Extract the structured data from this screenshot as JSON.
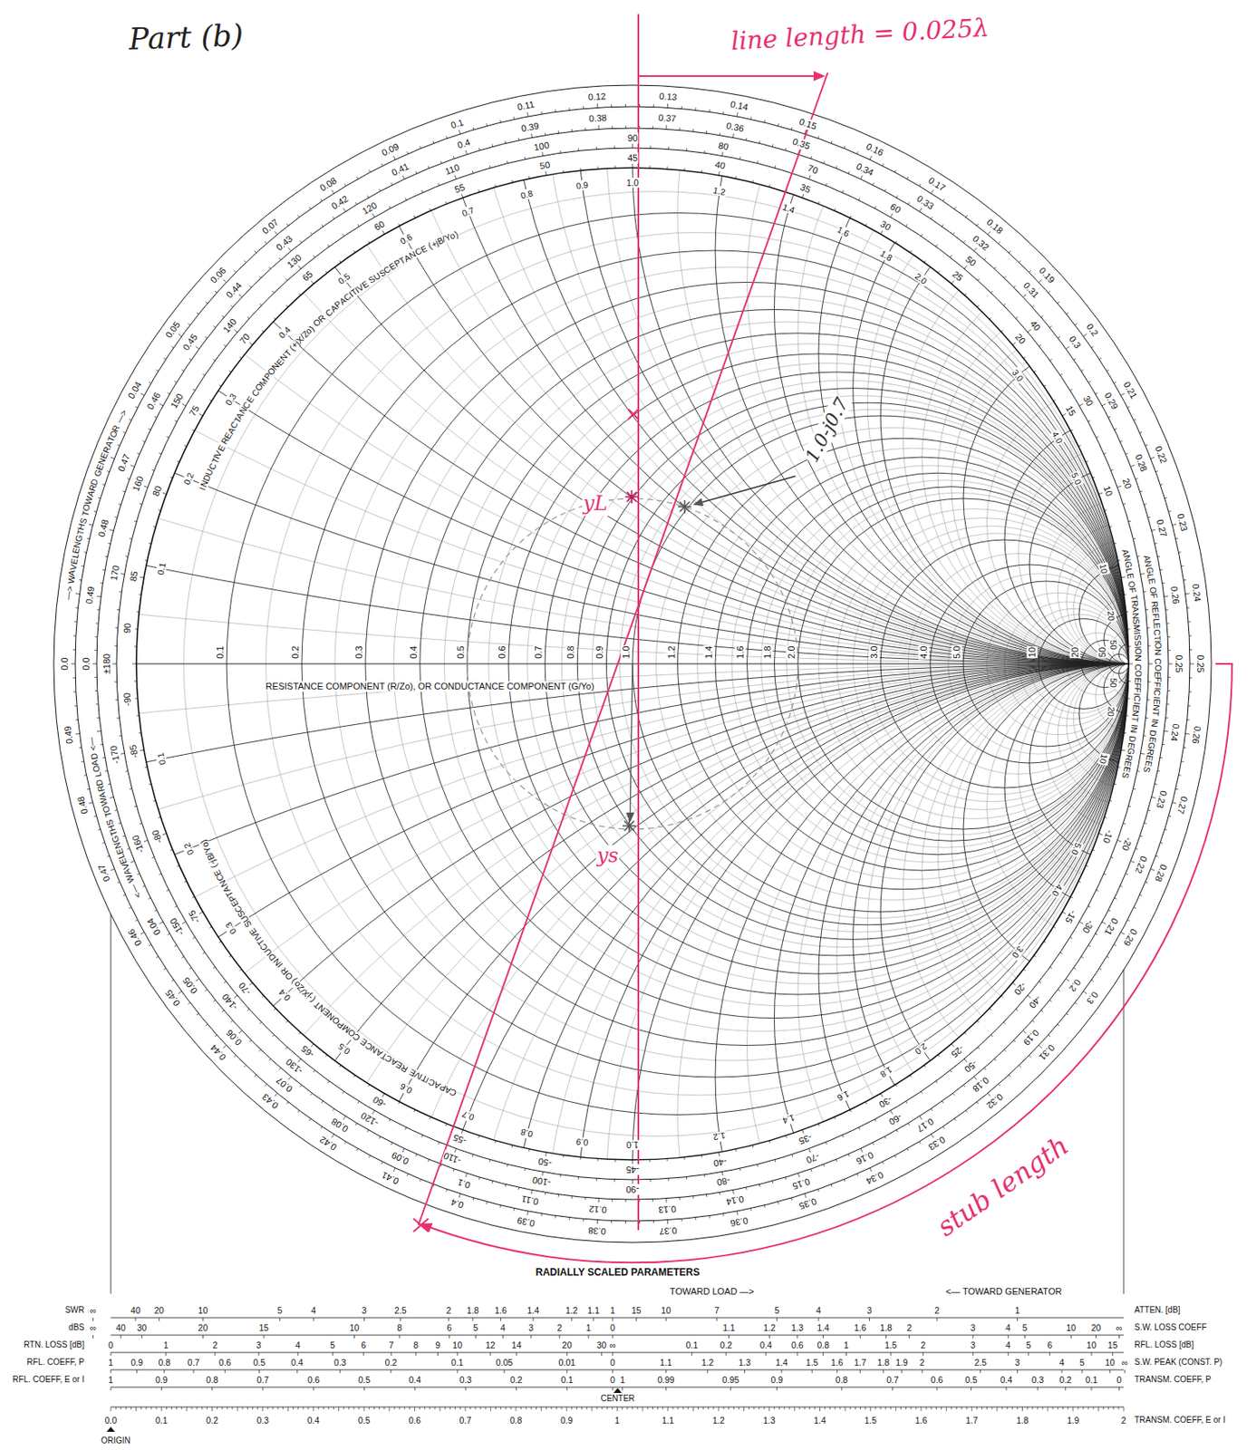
{
  "diagram": {
    "labels": [
      "Part (b)",
      "line length = 0.025λ",
      "stub length",
      "yL",
      "ys",
      "1.0-j0.7",
      "RESISTANCE COMPONENT (R/Zo), OR CONDUCTANCE COMPONENT (G/Yo)",
      "INDUCTIVE REACTANCE COMPONENT (+jX/Zo) OR CAPACITIVE SUSCEPTANCE (+jB/Yo)",
      "CAPACITIVE REACTANCE COMPONENT (-jX/Zo) OR INDUCTIVE SUSCEPTANCE (-jB/Yo)",
      "—> WAVELENGTHS TOWARD GENERATOR —>",
      "<— WAVELENGTHS TOWARD LOAD <—",
      "ANGLE OF REFLECTION COEFFICIENT IN DEGREES",
      "ANGLE OF TRANSMISSION COEFFICIENT IN DEGREES",
      "RADIALLY SCALED PARAMETERS",
      "TOWARD LOAD —>",
      "<— TOWARD GENERATOR",
      "CENTER",
      "ORIGIN",
      "SWR",
      "dBS",
      "RTN. LOSS [dB]",
      "RFL. COEFF, P",
      "RFL. COEFF, E or I",
      "ATTEN. [dB]",
      "S.W. LOSS COEFF",
      "RFL. LOSS [dB]",
      "S.W. PEAK (CONST. P)",
      "TRANSM. COEFF, P",
      "TRANSM. COEFF, E or I",
      "0.0",
      "0.04",
      "0.05",
      "0.06",
      "0.07",
      "0.08",
      "0.09",
      "0.1",
      "0.11",
      "0.12",
      "0.13",
      "0.14",
      "0.15",
      "0.16",
      "0.17",
      "0.18",
      "0.19",
      "0.2",
      "0.21",
      "0.22",
      "0.23",
      "0.24",
      "0.25",
      "0.26",
      "0.27",
      "0.28",
      "0.29",
      "0.3",
      "0.31",
      "0.32",
      "0.33",
      "0.34",
      "0.35",
      "0.36",
      "0.37",
      "0.38",
      "0.39",
      "0.4",
      "0.41",
      "0.42",
      "0.43",
      "0.44",
      "0.45",
      "0.46",
      "0.47",
      "0.48",
      "0.49",
      "0.0",
      "0.04",
      "0.05",
      "0.06",
      "0.07",
      "0.08",
      "0.09",
      "0.1",
      "0.11",
      "0.12",
      "0.13",
      "0.14",
      "0.15",
      "0.16",
      "0.17",
      "0.18",
      "0.19",
      "0.2",
      "0.21",
      "0.22",
      "0.23",
      "0.24",
      "0.25",
      "0.26",
      "0.27",
      "0.28",
      "0.29",
      "0.3",
      "0.31",
      "0.32",
      "0.33",
      "0.34",
      "0.35",
      "0.36",
      "0.37",
      "0.38",
      "0.39",
      "0.4",
      "0.41",
      "0.42",
      "0.43",
      "0.44",
      "0.45",
      "0.46",
      "0.47",
      "0.48",
      "0.49",
      "170",
      "160",
      "150",
      "140",
      "130",
      "120",
      "110",
      "100",
      "90",
      "80",
      "70",
      "60",
      "50",
      "40",
      "30",
      "20",
      "-20",
      "-30",
      "-40",
      "-50",
      "-60",
      "-70",
      "-80",
      "-90",
      "-100",
      "-110",
      "-120",
      "-130",
      "-140",
      "-150",
      "-160",
      "-170",
      "±180",
      "90",
      "85",
      "80",
      "75",
      "70",
      "65",
      "60",
      "55",
      "50",
      "45",
      "40",
      "35",
      "30",
      "25",
      "20",
      "15",
      "10",
      "-10",
      "-15",
      "-20",
      "-25",
      "-30",
      "-35",
      "-40",
      "-45",
      "-50",
      "-55",
      "-60",
      "-65",
      "-70",
      "-75",
      "-80",
      "-85",
      "-90",
      "0.1",
      "0.2",
      "0.3",
      "0.4",
      "0.5",
      "0.6",
      "0.7",
      "0.8",
      "0.9",
      "1.0",
      "1.2",
      "1.4",
      "1.6",
      "1.8",
      "2.0",
      "3.0",
      "4.0",
      "5.0",
      "10",
      "20",
      "50",
      "0.1",
      "0.2",
      "0.3",
      "0.4",
      "0.5",
      "0.6",
      "0.7",
      "0.8",
      "0.9",
      "1.0",
      "1.2",
      "1.4",
      "1.6",
      "1.8",
      "2.0",
      "3.0",
      "4.0",
      "5.0",
      "10",
      "20",
      "50",
      "0.1",
      "0.2",
      "0.3",
      "0.4",
      "0.5",
      "0.6",
      "0.7",
      "0.8",
      "0.9",
      "1.0",
      "1.2",
      "1.4",
      "1.6",
      "1.8",
      "2.0",
      "3.0",
      "4.0",
      "5.0",
      "10",
      "20",
      "50",
      "∞",
      "40",
      "20",
      "10",
      "5",
      "4",
      "3",
      "2.5",
      "2",
      "1.8",
      "1.6",
      "1.4",
      "1.2",
      "1.1",
      "1",
      "∞",
      "40",
      "30",
      "20",
      "15",
      "10",
      "8",
      "6",
      "5",
      "4",
      "3",
      "2",
      "1",
      "0",
      "0",
      "1",
      "2",
      "3",
      "4",
      "5",
      "6",
      "7",
      "8",
      "9",
      "10",
      "12",
      "14",
      "20",
      "30",
      "∞",
      "1",
      "0.9",
      "0.8",
      "0.7",
      "0.6",
      "0.5",
      "0.4",
      "0.3",
      "0.2",
      "0.1",
      "0.05",
      "0.01",
      "0",
      "1",
      "0.9",
      "0.8",
      "0.7",
      "0.6",
      "0.5",
      "0.4",
      "0.3",
      "0.2",
      "0.1",
      "0",
      "15",
      "10",
      "7",
      "5",
      "4",
      "3",
      "2",
      "1",
      "1.1",
      "1.2",
      "1.3",
      "1.4",
      "1.6",
      "1.8",
      "2",
      "3",
      "4",
      "5",
      "10",
      "20",
      "∞",
      "0.1",
      "0.2",
      "0.4",
      "0.6",
      "0.8",
      "1",
      "1.5",
      "2",
      "3",
      "4",
      "5",
      "6",
      "10",
      "15",
      "1.1",
      "1.2",
      "1.3",
      "1.4",
      "1.5",
      "1.6",
      "1.7",
      "1.8",
      "1.9",
      "2",
      "2.5",
      "3",
      "4",
      "5",
      "10",
      "∞",
      "1",
      "0.99",
      "0.95",
      "0.9",
      "0.8",
      "0.7",
      "0.6",
      "0.5",
      "0.4",
      "0.3",
      "0.2",
      "0.1",
      "0",
      "0.0",
      "0.1",
      "0.2",
      "0.3",
      "0.4",
      "0.5",
      "0.6",
      "0.7",
      "0.8",
      "0.9",
      "1",
      "1.1",
      "1.2",
      "1.3",
      "1.4",
      "1.5",
      "1.6",
      "1.7",
      "1.8",
      "1.9",
      "2"
    ]
  }
}
